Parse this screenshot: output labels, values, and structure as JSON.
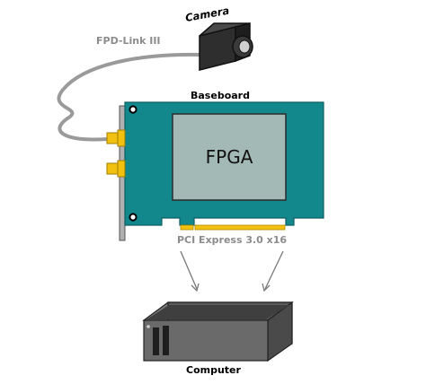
{
  "labels": {
    "camera": "Camera",
    "link": "FPD-Link III",
    "baseboard": "Baseboard",
    "fpga": "FPGA",
    "bus": "PCI Express 3.0 x16",
    "computer": "Computer"
  },
  "colors": {
    "board": "#13888c",
    "fpga_chip": "#a3b9b5",
    "connector_gold": "#f2c10f",
    "cable": "#9a9a9a",
    "camera_body": "#2e2e2e",
    "computer_case": "#5a5a5a",
    "label_gray": "#8c8c8c",
    "label_dark": "#000000"
  }
}
